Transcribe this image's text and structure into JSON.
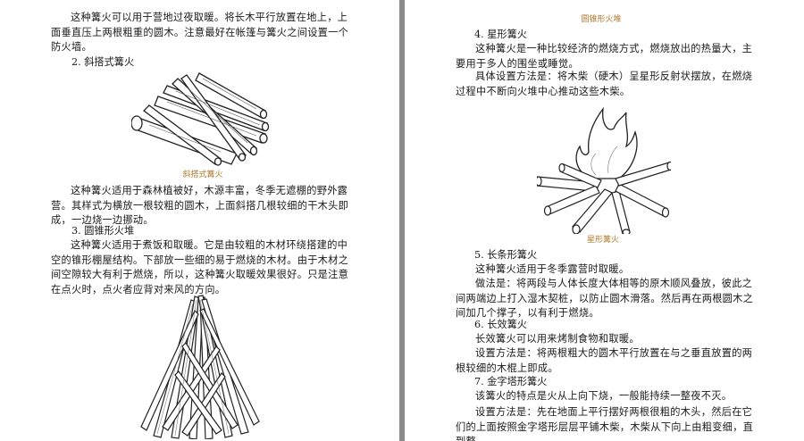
{
  "left": {
    "intro_para": "这种篝火可以用于营地过夜取暖。将长木平行放置在地上，上面垂直压上两根粗重的圆木。注意最好在帐篷与篝火之间设置一个防火墙。",
    "heading_2": "2. 斜搭式篝火",
    "caption_2": "斜搭式篝火",
    "para_2": "这种篝火适用于森林植被好，木源丰富，冬季无遮棚的野外露营。其样式为横放一根较粗的圆木，上面斜搭几根较细的干木头即成，一边烧一边挪动。",
    "heading_3": "3. 圆锥形火堆",
    "para_3": "这种篝火适用于煮饭和取暖。它是由较粗的木材环绕搭建的中空的锥形棚屋结构。下部放一些细的易于燃烧的木材。由于木材之间空隙较大有利于燃烧，所以，这种篝火取暖效果很好。只是注意在点火时，点火者应背对来风的方向。"
  },
  "right": {
    "caption_3": "圆锥形火堆",
    "heading_4": "4. 星形篝火",
    "para_4a": "这种篝火是一种比较经济的燃烧方式，燃烧放出的热量大，主要用于多人的围坐或睡觉。",
    "para_4b": "具体设置方法是：将木柴（硬木）呈星形反射状摆放，在燃烧过程中不断向火堆中心推动这些木柴。",
    "caption_4": "星形篝火",
    "heading_5": "5. 长条形篝火",
    "para_5a": "这种篝火适用于冬季露营时取暖。",
    "para_5b": "做法是：将两段与人体长度大体相等的原木顺风叠放，彼此之间两端边上打入湿木契桩，以防止圆木滑落。然后再在两根圆木之间加几个撑子，以有利于燃烧。",
    "heading_6": "6. 长效篝火",
    "para_6a": "长效篝火可以用来烤制食物和取暖。",
    "para_6b": "设置方法是：将两根粗大的圆木平行放置在与之垂直放置的两根较细的木棍上即成。",
    "heading_7": "7. 金字塔形篝火",
    "para_7a": "该篝火的特点是火从上向下烧，一般能持续一整夜不灭。",
    "para_7b": "设置方法是：先在地面上平行摆好两根很粗的木头，然后在它们的上面按照金字塔形层层平铺木柴，木柴从下向上由粗变细，直到整"
  },
  "colors": {
    "caption": "#b07a2e",
    "page": "#ffffff",
    "background": "#6e6e6e"
  }
}
